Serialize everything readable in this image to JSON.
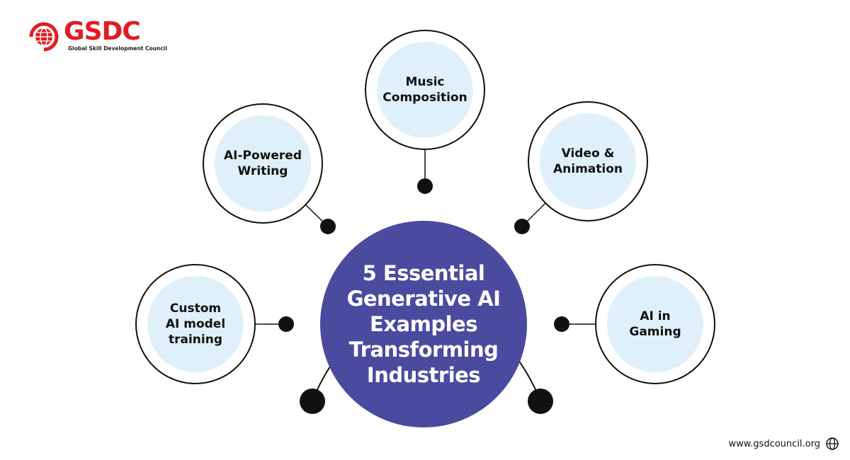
{
  "brand": {
    "name_prefix": "G",
    "name_rest": "SDC",
    "subtitle": "Global Skill Development Council",
    "accent_color": "#e21b23",
    "logo_icon": "globe-icon"
  },
  "center": {
    "lines": [
      "5 Essential",
      "Generative AI",
      "Examples",
      "Transforming",
      "Industries"
    ],
    "fill_color": "#4a4a9e"
  },
  "nodes": [
    {
      "id": "custom-ai-model-training",
      "lines": [
        "Custom",
        "AI model",
        "training"
      ]
    },
    {
      "id": "ai-powered-writing",
      "lines": [
        "AI-Powered",
        "Writing"
      ]
    },
    {
      "id": "music-composition",
      "lines": [
        "Music",
        "Composition"
      ]
    },
    {
      "id": "video-animation",
      "lines": [
        "Video &",
        "Animation"
      ]
    },
    {
      "id": "ai-in-gaming",
      "lines": [
        "AI in",
        "Gaming"
      ]
    }
  ],
  "node_fill_color": "#dff0fb",
  "footer": {
    "url": "www.gsdcouncil.org",
    "icon": "globe-icon"
  }
}
